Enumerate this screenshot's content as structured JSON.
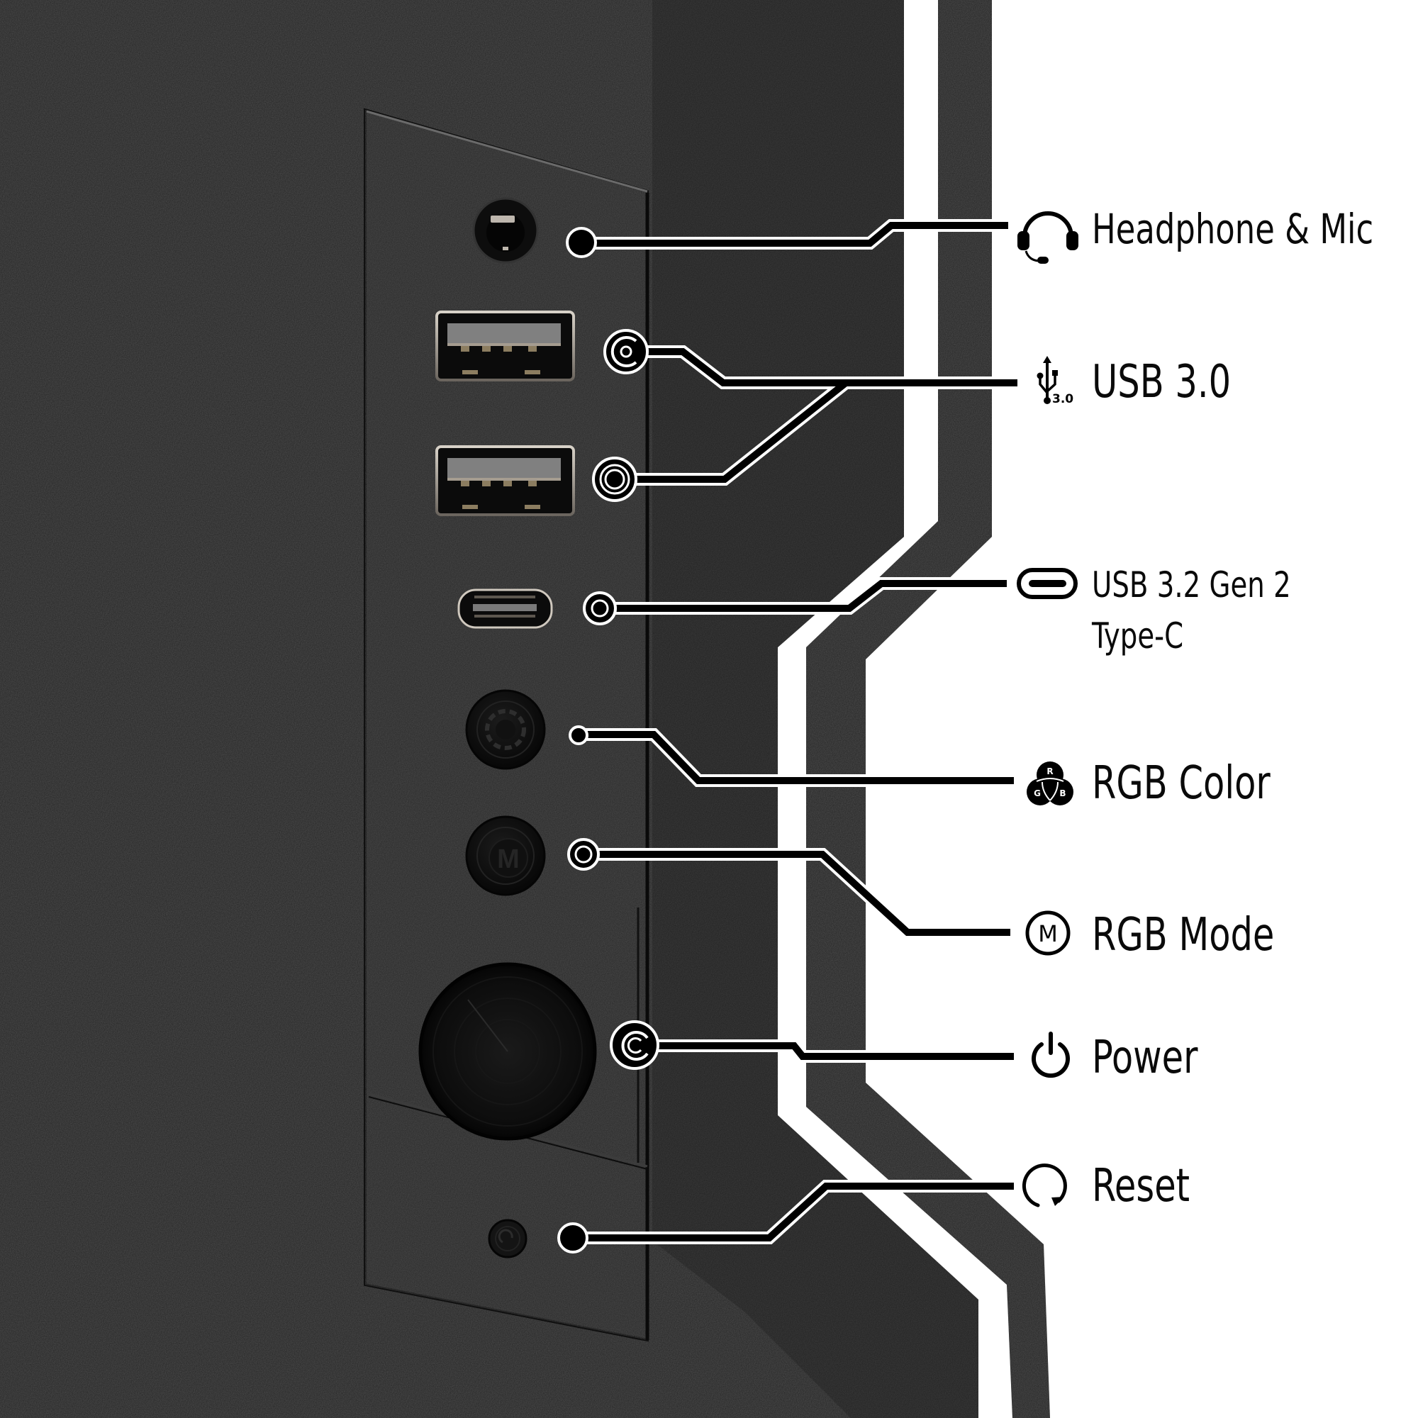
{
  "figure": {
    "subject": "PC case front I/O panel",
    "colors": {
      "case_texture": "#232323",
      "panel": "#262626",
      "stripe_white": "#ffffff",
      "leader_line": "#000000",
      "leader_outline": "#ffffff",
      "label_text": "#0a0a0a",
      "background": "#ffffff"
    }
  },
  "ports": [
    {
      "id": "headphone-mic",
      "label": "Headphone & Mic",
      "icon": "headset-icon",
      "marker": "filled-dot"
    },
    {
      "id": "usb-3-0",
      "label": "USB 3.0",
      "icon": "usb-3-0-icon",
      "marker": "target-ring",
      "count": 2,
      "badge": "3.0"
    },
    {
      "id": "usb-c",
      "label_line1": "USB 3.2 Gen 2",
      "label_line2": "Type-C",
      "icon": "usb-c-icon",
      "marker": "hollow-ring"
    },
    {
      "id": "rgb-color",
      "label": "RGB Color",
      "icon": "rgb-venn-icon",
      "marker": "filled-dot",
      "icon_letters": [
        "R",
        "G",
        "B"
      ]
    },
    {
      "id": "rgb-mode",
      "label": "RGB Mode",
      "icon": "m-circle-icon",
      "marker": "hollow-ring",
      "icon_letter": "M"
    },
    {
      "id": "power",
      "label": "Power",
      "icon": "power-icon",
      "marker": "c-ring"
    },
    {
      "id": "reset",
      "label": "Reset",
      "icon": "reset-icon",
      "marker": "filled-dot"
    }
  ]
}
